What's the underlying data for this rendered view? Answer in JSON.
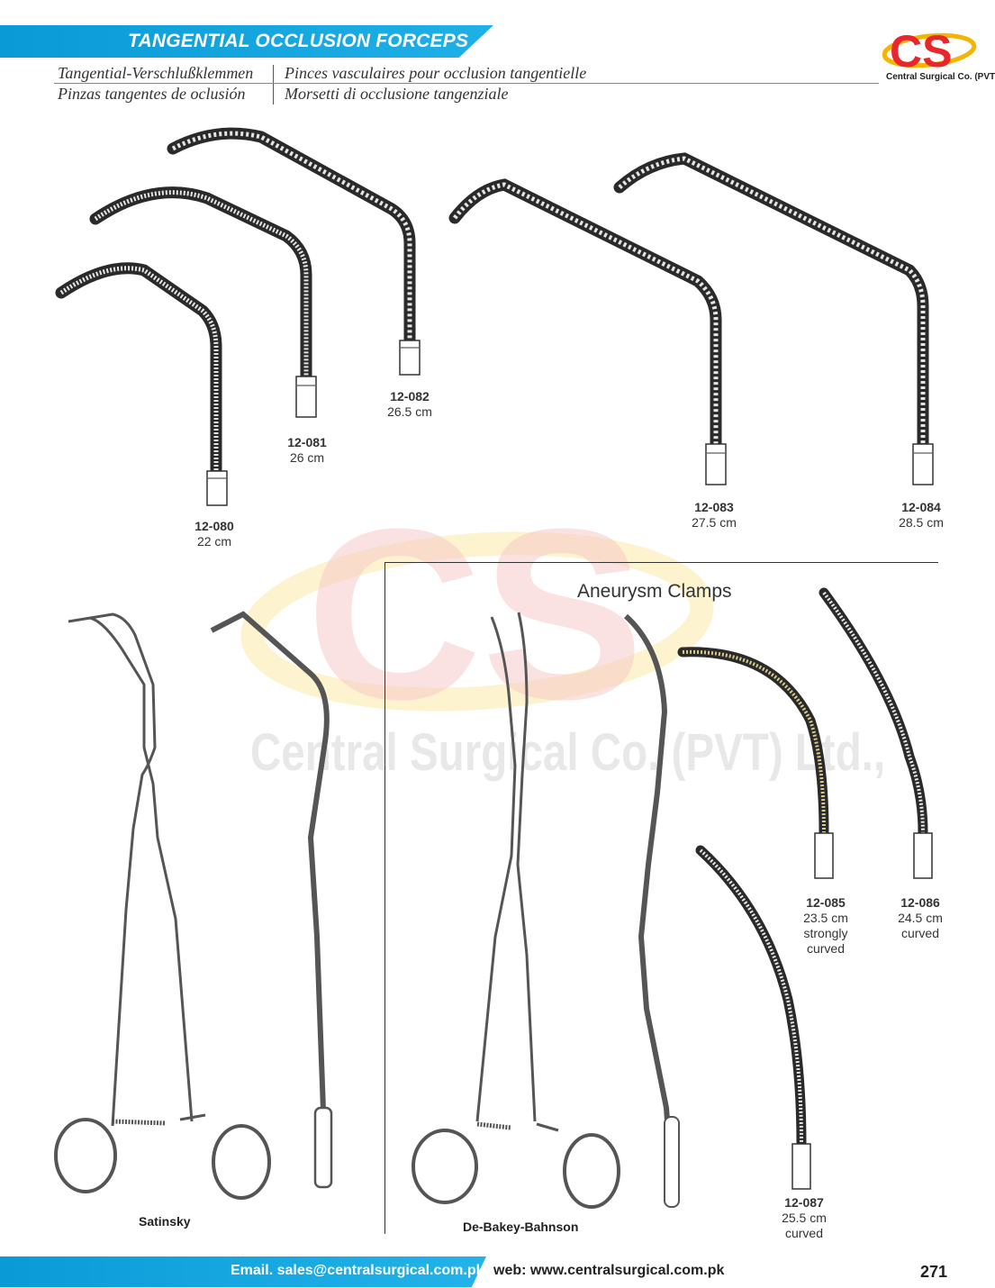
{
  "header": {
    "title": "TANGENTIAL OCCLUSION FORCEPS",
    "subtitles": {
      "de": "Tangential-Verschlußklemmen",
      "fr": "Pinces vasculaires pour occlusion tangentielle",
      "es": "Pinzas tangentes de oclusión",
      "it": "Morsetti di occlusione tangenziale"
    },
    "accent_color": "#0a9ad6"
  },
  "logo": {
    "letters": "CS",
    "caption": "Central Surgical Co. (PVT) Ltd.,",
    "colors": {
      "letters": "#e8262c",
      "swoosh": "#f5b400"
    }
  },
  "watermark": {
    "letters": "CS",
    "text": "Central Surgical Co. (PVT) Ltd.,"
  },
  "products": [
    {
      "code": "12-080",
      "size": "22 cm"
    },
    {
      "code": "12-081",
      "size": "26 cm"
    },
    {
      "code": "12-082",
      "size": "26.5 cm"
    },
    {
      "code": "12-083",
      "size": "27.5 cm"
    },
    {
      "code": "12-084",
      "size": "28.5 cm"
    },
    {
      "code": "12-085",
      "size": "23.5 cm",
      "note_1": "strongly",
      "note_2": "curved"
    },
    {
      "code": "12-086",
      "size": "24.5 cm",
      "note_1": "curved"
    },
    {
      "code": "12-087",
      "size": "25.5 cm",
      "note_1": "curved"
    }
  ],
  "instrument_names": {
    "satinsky": "Satinsky",
    "debakey": "De-Bakey-Bahnson"
  },
  "section": {
    "aneurysm_title": "Aneurysm Clamps"
  },
  "footer": {
    "email": "Email. sales@centralsurgical.com.pk",
    "web": "web: www.centralsurgical.com.pk",
    "page_number": "271"
  }
}
